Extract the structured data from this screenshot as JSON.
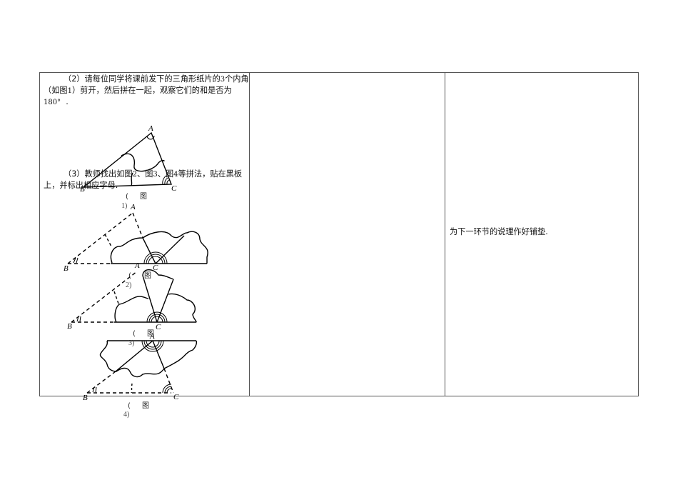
{
  "table": {
    "col1": {
      "para2": {
        "prefix": "（2）请每位同学将课前发下的三角形纸片的",
        "num": "3",
        "mid": "个内角（如图",
        "fig": "1",
        "suffix": "）剪开，然后拼在一起，观察它们的和是否为",
        "deg": "180°",
        "end": "."
      },
      "para3": {
        "prefix": "（3）教师找出如图",
        "f2": "2",
        "s1": "、图",
        "f3": "3",
        "s2": "、图",
        "f4": "4",
        "suffix": "等拼法，贴在黑板上，并标出相应字母."
      },
      "figures": [
        {
          "id": "fig1",
          "caption_open": "(",
          "caption_char": "图",
          "caption_num": "1)",
          "labels": {
            "A": "A",
            "B": "B",
            "C": "C"
          }
        },
        {
          "id": "fig2",
          "caption_open": "(",
          "caption_char": "图",
          "caption_num": "2)",
          "labels": {
            "A": "A",
            "B": "B",
            "C": "C"
          }
        },
        {
          "id": "fig3",
          "caption_open": "(",
          "caption_char": "图",
          "caption_num": "3)",
          "labels": {
            "A": "A",
            "B": "B",
            "C": "C"
          }
        },
        {
          "id": "fig4",
          "caption_open": "(",
          "caption_char": "图",
          "caption_num": "4)",
          "labels": {
            "A": "A",
            "B": "B",
            "C": "C"
          }
        }
      ]
    },
    "col2": {
      "text": ""
    },
    "col3": {
      "text": "为下一环节的说理作好铺垫."
    }
  },
  "colors": {
    "border": "#555555",
    "line": "#000000",
    "text": "#111111"
  }
}
